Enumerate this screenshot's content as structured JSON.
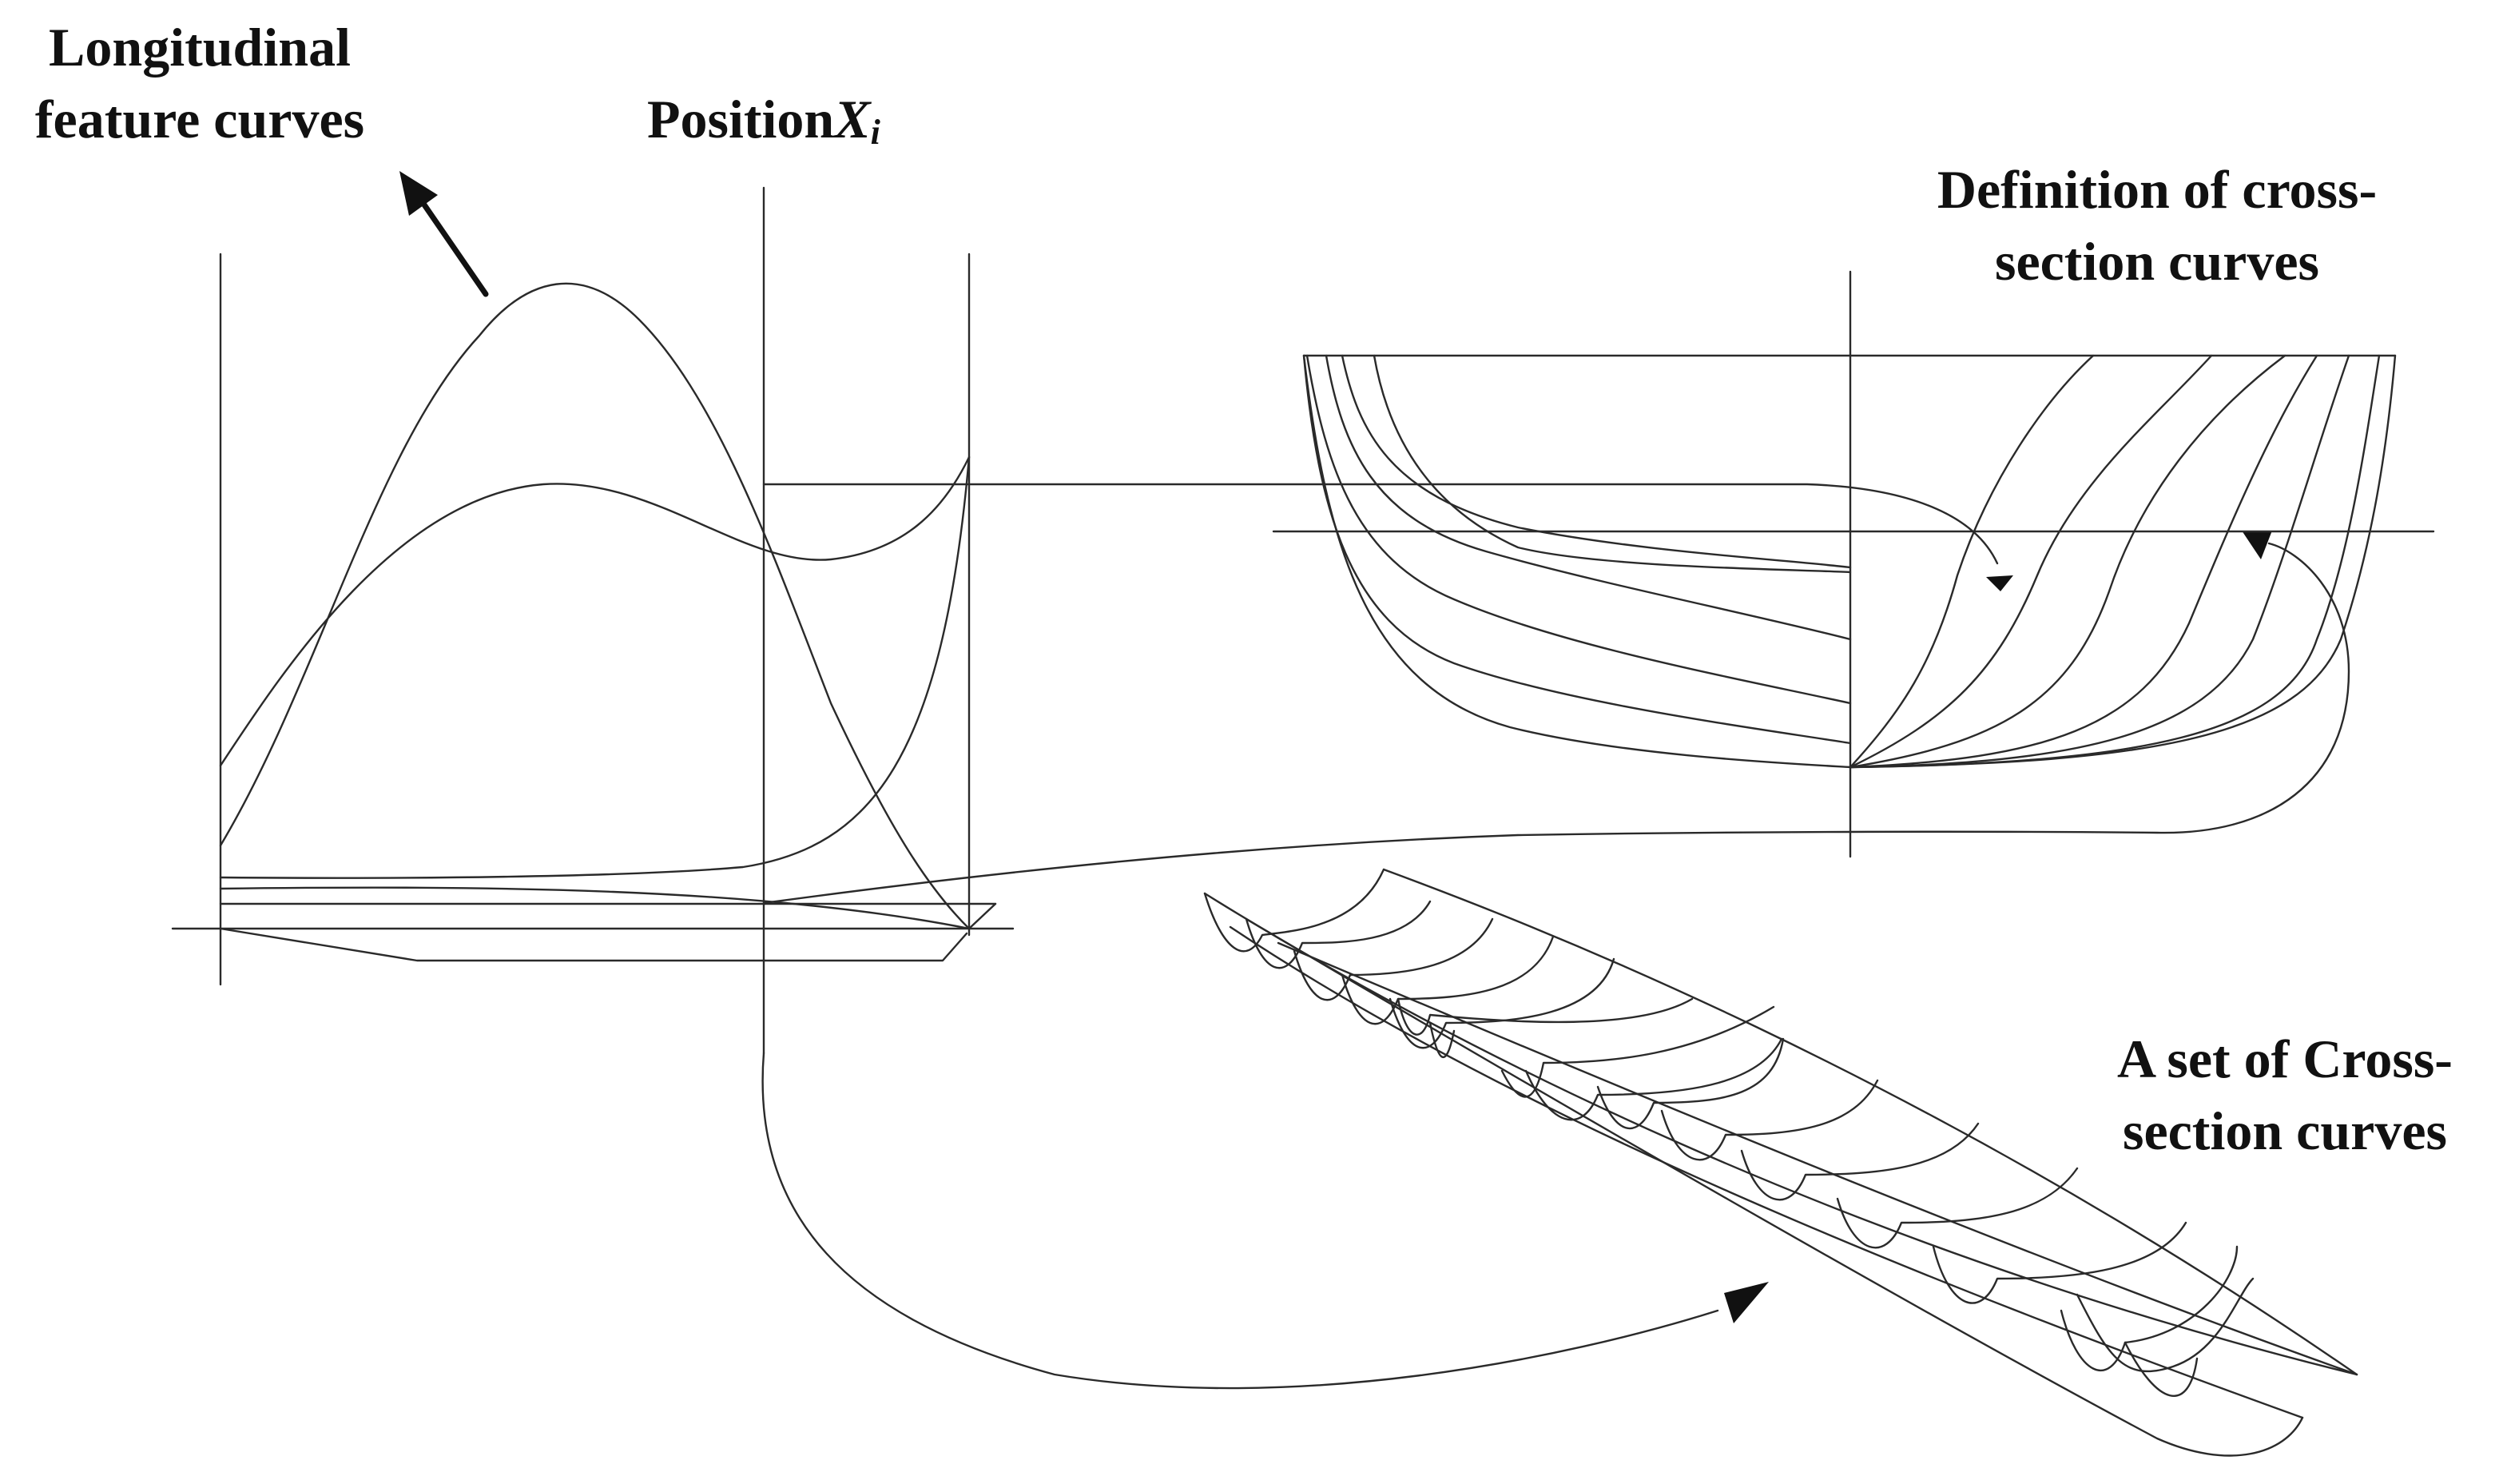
{
  "labels": {
    "longitudinal_line1": "Longitudinal",
    "longitudinal_line2": "feature curves",
    "position_prefix": "Position",
    "position_symbol": "X",
    "position_subscript": "i",
    "definition_line1": "Definition of cross-",
    "definition_line2": "section curves",
    "set_line1": "A set of Cross-",
    "set_line2": "section curves"
  },
  "colors": {
    "line": "#2a2a2a",
    "text": "#111111",
    "background": "#ffffff"
  }
}
